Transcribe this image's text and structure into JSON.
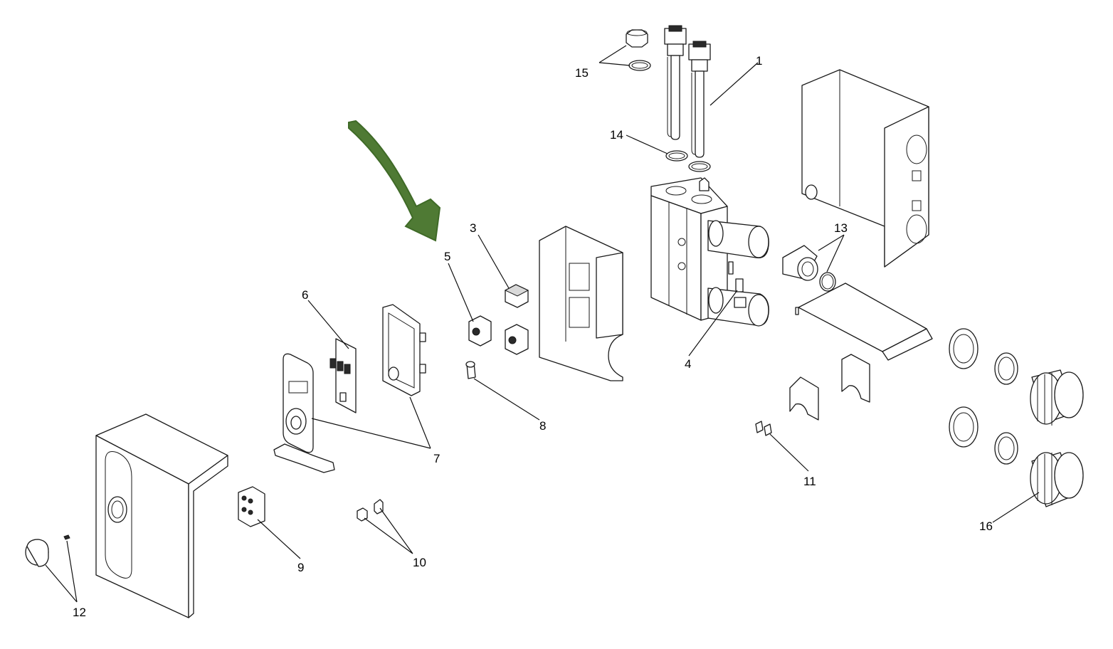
{
  "callouts": [
    {
      "id": "1",
      "label": "1"
    },
    {
      "id": "3",
      "label": "3"
    },
    {
      "id": "4",
      "label": "4"
    },
    {
      "id": "5",
      "label": "5"
    },
    {
      "id": "6",
      "label": "6"
    },
    {
      "id": "7",
      "label": "7"
    },
    {
      "id": "8",
      "label": "8"
    },
    {
      "id": "9",
      "label": "9"
    },
    {
      "id": "10",
      "label": "10"
    },
    {
      "id": "11",
      "label": "11"
    },
    {
      "id": "12",
      "label": "12"
    },
    {
      "id": "13",
      "label": "13"
    },
    {
      "id": "14",
      "label": "14"
    },
    {
      "id": "15",
      "label": "15"
    },
    {
      "id": "16",
      "label": "16"
    }
  ],
  "highlight": {
    "icon": "green-arrow-icon",
    "color": "#4f7a34"
  }
}
